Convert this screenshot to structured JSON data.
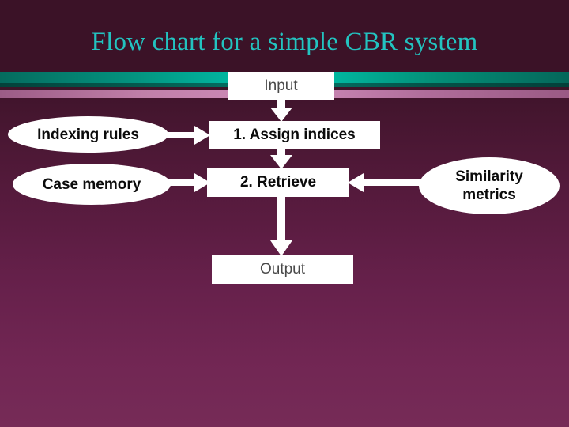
{
  "slide": {
    "title": "Flow chart for a simple CBR system",
    "background_top_color": "#3b1227",
    "background_bottom_color": "#762b57",
    "title_color": "#23c3c0",
    "accent_teal": "#00c9b2",
    "accent_pink": "#d08dba",
    "node_fill": "#ffffff"
  },
  "chart_data": {
    "type": "diagram",
    "title": "Flow chart for a simple CBR system",
    "nodes": [
      {
        "id": "input",
        "label": "Input",
        "shape": "rectangle",
        "text_color": "#4a4a4a"
      },
      {
        "id": "indexing",
        "label": "Indexing rules",
        "shape": "ellipse",
        "text_color": "#0b0b0b"
      },
      {
        "id": "assign",
        "label": "1. Assign indices",
        "shape": "rectangle",
        "text_color": "#0b0b0b"
      },
      {
        "id": "casemem",
        "label": "Case memory",
        "shape": "ellipse",
        "text_color": "#0b0b0b"
      },
      {
        "id": "retrieve",
        "label": "2. Retrieve",
        "shape": "rectangle",
        "text_color": "#0b0b0b"
      },
      {
        "id": "similarity",
        "label": "Similarity\nmetrics",
        "label_line1": "Similarity",
        "label_line2": "metrics",
        "shape": "ellipse",
        "text_color": "#0b0b0b"
      },
      {
        "id": "output",
        "label": "Output",
        "shape": "rectangle",
        "text_color": "#4a4a4a"
      }
    ],
    "edges": [
      {
        "from": "input",
        "to": "assign",
        "direction": "down"
      },
      {
        "from": "indexing",
        "to": "assign",
        "direction": "right"
      },
      {
        "from": "assign",
        "to": "retrieve",
        "direction": "down"
      },
      {
        "from": "casemem",
        "to": "retrieve",
        "direction": "right"
      },
      {
        "from": "similarity",
        "to": "retrieve",
        "direction": "left"
      },
      {
        "from": "retrieve",
        "to": "output",
        "direction": "down"
      }
    ]
  }
}
